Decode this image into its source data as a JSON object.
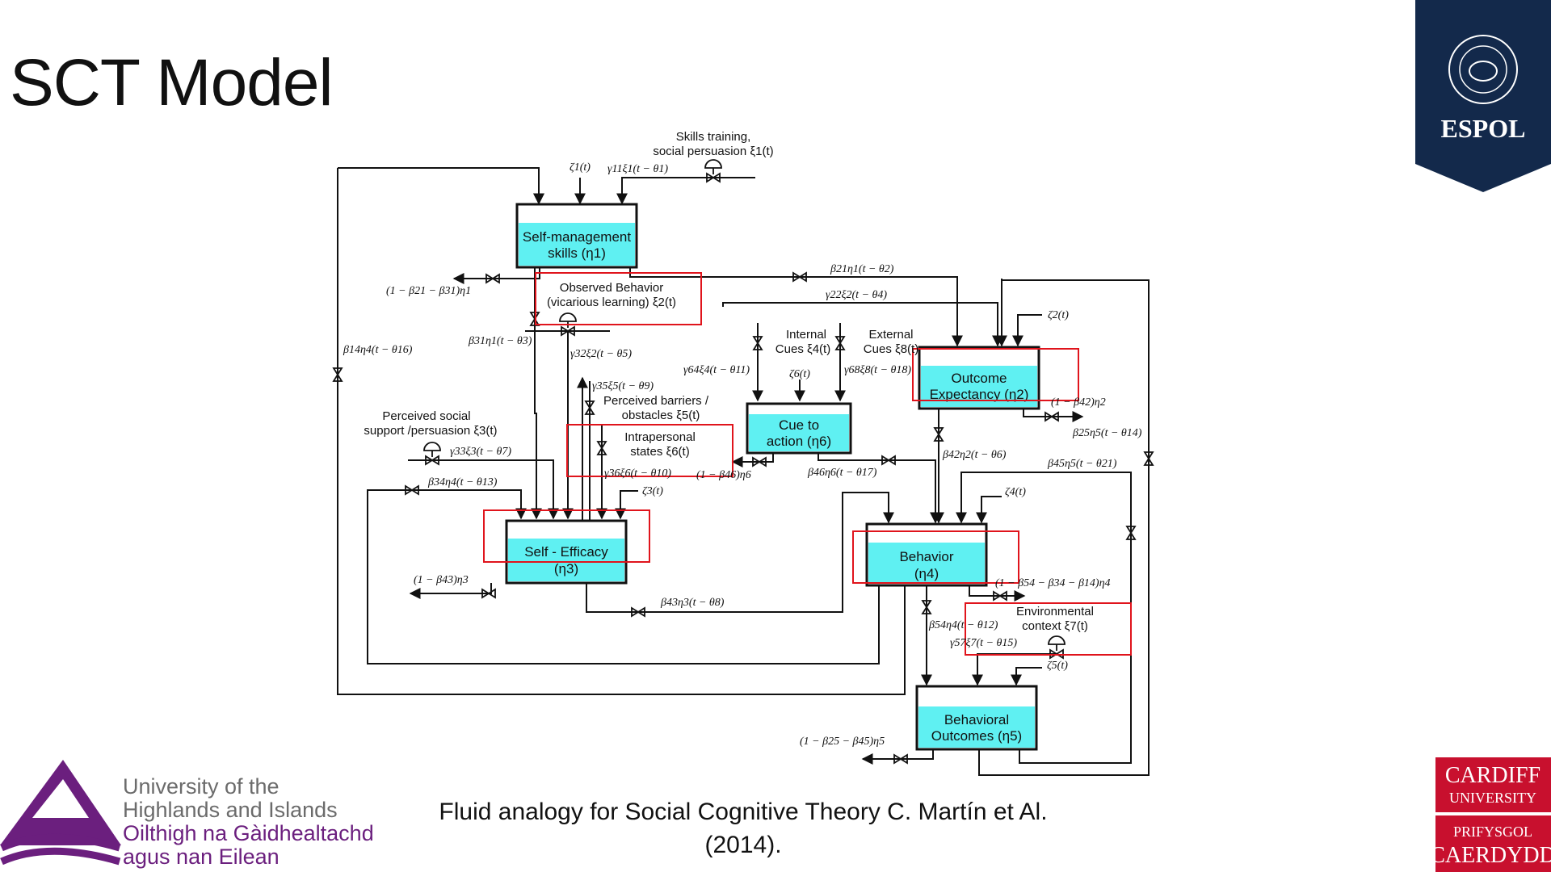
{
  "slide": {
    "title": "SCT Model",
    "caption_line1": "Fluid analogy for Social Cognitive Theory C. Martín et Al.",
    "caption_line2": "(2014)."
  },
  "logos": {
    "espol": "ESPOL",
    "uhi_line1": "University of the",
    "uhi_line2": "Highlands and Islands",
    "uhi_line3": "Oilthigh na Gàidhealtachd",
    "uhi_line4": "agus nan Eilean",
    "cardiff_line1": "CARDIFF",
    "cardiff_line2": "UNIVERSITY",
    "cardiff_line3": "PRIFYSGOL",
    "cardiff_line4": "CAERDYDD"
  },
  "boxes": {
    "eta1_line1": "Self-management",
    "eta1_line2": "skills (η1)",
    "eta2_line1": "Outcome",
    "eta2_line2": "Expectancy (η2)",
    "eta3_line1": "Self - Efficacy",
    "eta3_line2": "(η3)",
    "eta4_line1": "Behavior",
    "eta4_line2": "(η4)",
    "eta5_line1": "Behavioral",
    "eta5_line2": "Outcomes (η5)",
    "eta6_line1": "Cue to",
    "eta6_line2": "action (η6)"
  },
  "inputs": {
    "skills_line1": "Skills training,",
    "skills_line2": "social persuasion ξ1(t)",
    "observed_line1": "Observed Behavior",
    "observed_line2": "(vicarious learning) ξ2(t)",
    "internal_line1": "Internal",
    "internal_line2": "Cues ξ4(t)",
    "external_line1": "External",
    "external_line2": "Cues ξ8(t)",
    "barriers_line1": "Perceived barriers /",
    "barriers_line2": "obstacles ξ5(t)",
    "intrapersonal_line1": "Intrapersonal",
    "intrapersonal_line2": "states ξ6(t)",
    "social_line1": "Perceived social",
    "social_line2": "support /persuasion ξ3(t)",
    "env_line1": "Environmental",
    "env_line2": "context ξ7(t)"
  },
  "equations": {
    "zeta1": "ζ1(t)",
    "gamma11": "γ11ξ1(t − θ1)",
    "out1": "(1 − β21 − β31)η1",
    "beta21": "β21η1(t − θ2)",
    "gamma22": "γ22ξ2(t − θ4)",
    "zeta2": "ζ2(t)",
    "beta31": "β31η1(t − θ3)",
    "beta14": "β14η4(t − θ16)",
    "gamma32": "γ32ξ2(t − θ5)",
    "gamma64": "γ64ξ4(t − θ11)",
    "zeta6": "ζ6(t)",
    "gamma68": "γ68ξ8(t − θ18)",
    "gamma35": "γ35ξ5(t − θ9)",
    "out2": "(1 − β42)η2",
    "beta25": "β25η5(t − θ14)",
    "gamma33": "γ33ξ3(t − θ7)",
    "gamma36": "γ36ξ6(t − θ10)",
    "out6": "(1 − β46)η6",
    "beta46": "β46η6(t − θ17)",
    "beta42": "β42η2(t − θ6)",
    "beta45": "β45η5(t − θ21)",
    "beta34": "β34η4(t − θ13)",
    "zeta3": "ζ3(t)",
    "zeta4": "ζ4(t)",
    "out3": "(1 − β43)η3",
    "beta43": "β43η3(t − θ8)",
    "out4": "(1 − β54 − β34 − β14)η4",
    "beta54": "β54η4(t − θ12)",
    "gamma57": "γ57ξ7(t − θ15)",
    "zeta5": "ζ5(t)",
    "out5": "(1 − β25 − β45)η5"
  },
  "colors": {
    "fluid": "#5ff0f2",
    "highlight": "#e0141c",
    "espol_navy": "#13294b",
    "uhi_purple": "#6b1f7e",
    "cardiff_red": "#c8102e"
  }
}
